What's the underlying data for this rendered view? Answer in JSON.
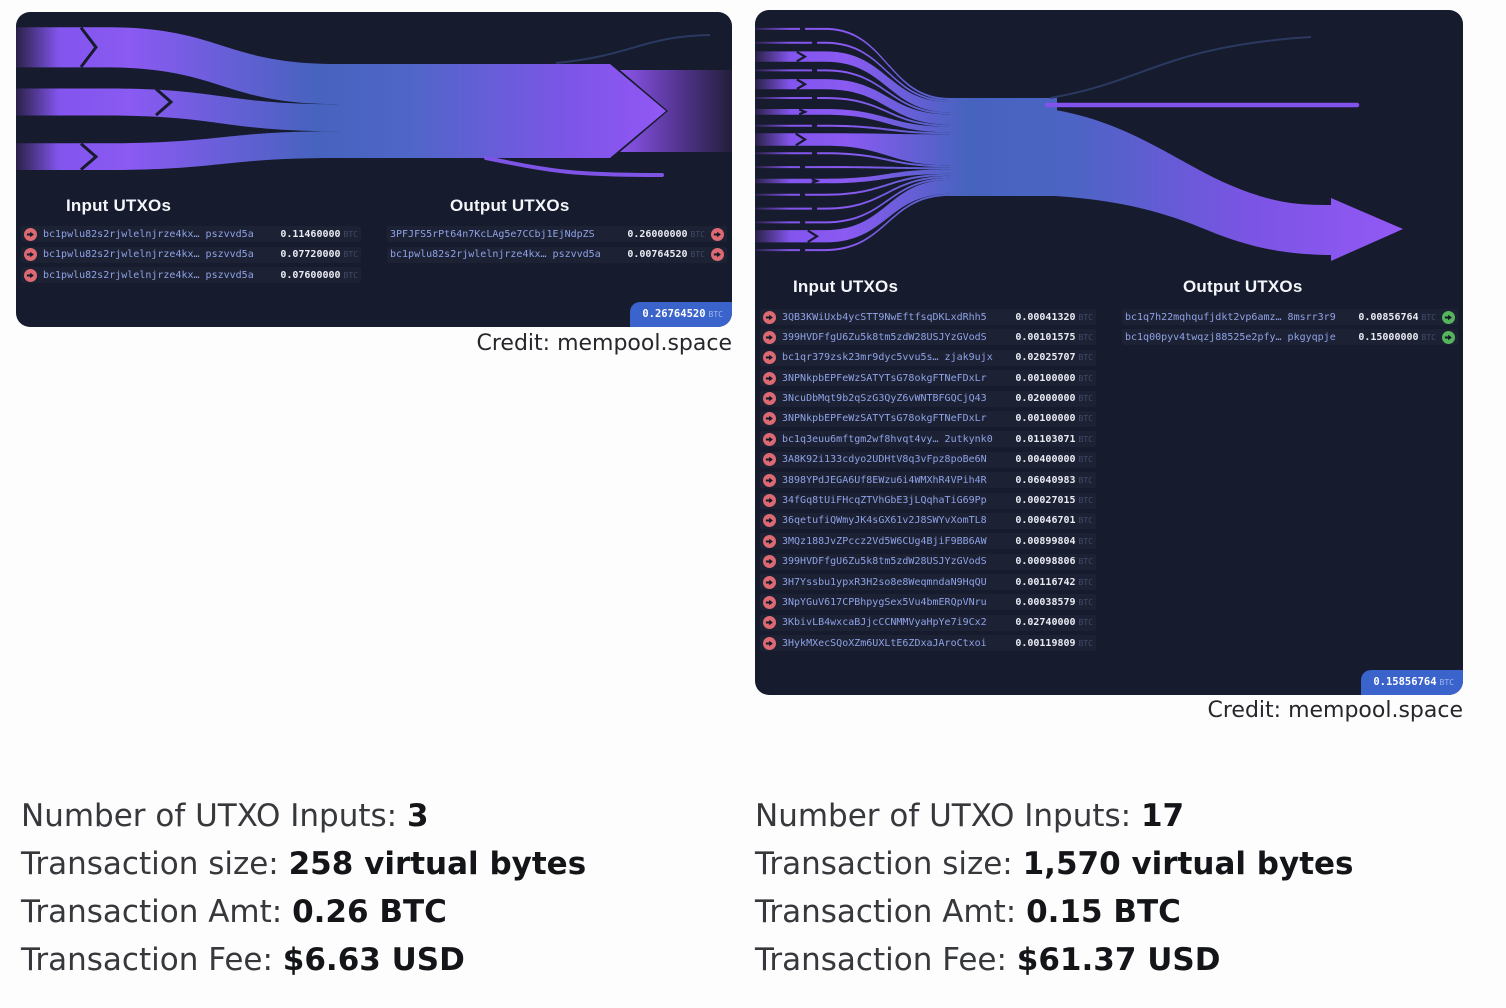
{
  "left_panel": {
    "input_header": "Input UTXOs",
    "output_header": "Output UTXOs",
    "inputs": [
      {
        "address": "bc1pwlu82s2rjwlelnjrze4kx… pszvvd5a",
        "amount": "0.11460000",
        "unit": "BTC"
      },
      {
        "address": "bc1pwlu82s2rjwlelnjrze4kx… pszvvd5a",
        "amount": "0.07720000",
        "unit": "BTC"
      },
      {
        "address": "bc1pwlu82s2rjwlelnjrze4kx… pszvvd5a",
        "amount": "0.07600000",
        "unit": "BTC"
      }
    ],
    "outputs": [
      {
        "address": "3PFJFS5rPt64n7KcLAg5e7CCbj1EjNdpZS",
        "amount": "0.26000000",
        "unit": "BTC"
      },
      {
        "address": "bc1pwlu82s2rjwlelnjrze4kx… pszvvd5a",
        "amount": "0.00764520",
        "unit": "BTC"
      }
    ],
    "total_amount": "0.26764520",
    "total_unit": "BTC",
    "credit": "Credit: mempool.space"
  },
  "right_panel": {
    "input_header": "Input UTXOs",
    "output_header": "Output UTXOs",
    "inputs": [
      {
        "address": "3QB3KWiUxb4ycSTT9NwEftfsqDKLxdRhh5",
        "amount": "0.00041320",
        "unit": "BTC"
      },
      {
        "address": "399HVDFfgU6Zu5k8tm5zdW28USJYzGVodS",
        "amount": "0.00101575",
        "unit": "BTC"
      },
      {
        "address": "bc1qr379zsk23mr9dyc5vvu5s… zjak9ujx",
        "amount": "0.02025707",
        "unit": "BTC"
      },
      {
        "address": "3NPNkpbEPFeWzSATYTsG78okgFTNeFDxLr",
        "amount": "0.00100000",
        "unit": "BTC"
      },
      {
        "address": "3NcuDbMqt9b2qSzG3QyZ6vWNTBFGQCjQ43",
        "amount": "0.02000000",
        "unit": "BTC"
      },
      {
        "address": "3NPNkpbEPFeWzSATYTsG78okgFTNeFDxLr",
        "amount": "0.00100000",
        "unit": "BTC"
      },
      {
        "address": "bc1q3euu6mftgm2wf8hvqt4vy… 2utkynk0",
        "amount": "0.01103071",
        "unit": "BTC"
      },
      {
        "address": "3A8K92i133cdyo2UDHtV8q3vFpz8poBe6N",
        "amount": "0.00400000",
        "unit": "BTC"
      },
      {
        "address": "3898YPdJEGA6Uf8EWzu6i4WMXhR4VPih4R",
        "amount": "0.06040983",
        "unit": "BTC"
      },
      {
        "address": "34fGq8tUiFHcqZTVhGbE3jLQqhaTiG69Pp",
        "amount": "0.00027015",
        "unit": "BTC"
      },
      {
        "address": "36qetufiQWmyJK4sGX61v2J8SWYvXomTL8",
        "amount": "0.00046701",
        "unit": "BTC"
      },
      {
        "address": "3MQz188JvZPccz2Vd5W6CUg4BjiF9BB6AW",
        "amount": "0.00899804",
        "unit": "BTC"
      },
      {
        "address": "399HVDFfgU6Zu5k8tm5zdW28USJYzGVodS",
        "amount": "0.00098806",
        "unit": "BTC"
      },
      {
        "address": "3H7Yssbu1ypxR3H2so8e8WeqmndaN9HqQU",
        "amount": "0.00116742",
        "unit": "BTC"
      },
      {
        "address": "3NpYGuV617CPBhpygSex5Vu4bmERQpVNru",
        "amount": "0.00038579",
        "unit": "BTC"
      },
      {
        "address": "3KbivLB4wxcaBJjcCCNMMVyaHpYe7i9Cx2",
        "amount": "0.02740000",
        "unit": "BTC"
      },
      {
        "address": "3HykMXecSQoXZm6UXLtE6ZDxaJAroCtxoi",
        "amount": "0.00119809",
        "unit": "BTC"
      }
    ],
    "outputs": [
      {
        "address": "bc1q7h22mqhqufjdkt2vp6amz… 8msrr3r9",
        "amount": "0.00856764",
        "unit": "BTC"
      },
      {
        "address": "bc1q00pyv4twqzj88525e2pfy… pkgyqpje",
        "amount": "0.15000000",
        "unit": "BTC"
      }
    ],
    "total_amount": "0.15856764",
    "total_unit": "BTC",
    "credit": "Credit: mempool.space"
  },
  "summaries": {
    "left": [
      {
        "label": "Number of UTXO Inputs: ",
        "value": "3"
      },
      {
        "label": "Transaction size: ",
        "value": "258 virtual bytes"
      },
      {
        "label": "Transaction Amt: ",
        "value": "0.26 BTC"
      },
      {
        "label": "Transaction Fee: ",
        "value": "$6.63 USD"
      }
    ],
    "right": [
      {
        "label": "Number of UTXO Inputs: ",
        "value": "17"
      },
      {
        "label": "Transaction size: ",
        "value": "1,570 virtual bytes"
      },
      {
        "label": "Transaction Amt: ",
        "value": "0.15 BTC"
      },
      {
        "label": "Transaction Fee: ",
        "value": "$61.37 USD"
      }
    ]
  },
  "icons": {
    "input_marker": "circle-arrow-right-red",
    "output_marker_spent": "circle-arrow-right-red",
    "output_marker_unspent": "circle-arrow-right-green"
  },
  "colors": {
    "panel_bg": "#161b2e",
    "flow_purple": "#8a5af2",
    "flow_blue": "#4663be",
    "fee_line": "#2e3d66",
    "badge_bg": "#3a63cb",
    "address_text": "#8fa2e6",
    "input_icon": "#dd6972",
    "output_icon_green": "#55b45c"
  }
}
